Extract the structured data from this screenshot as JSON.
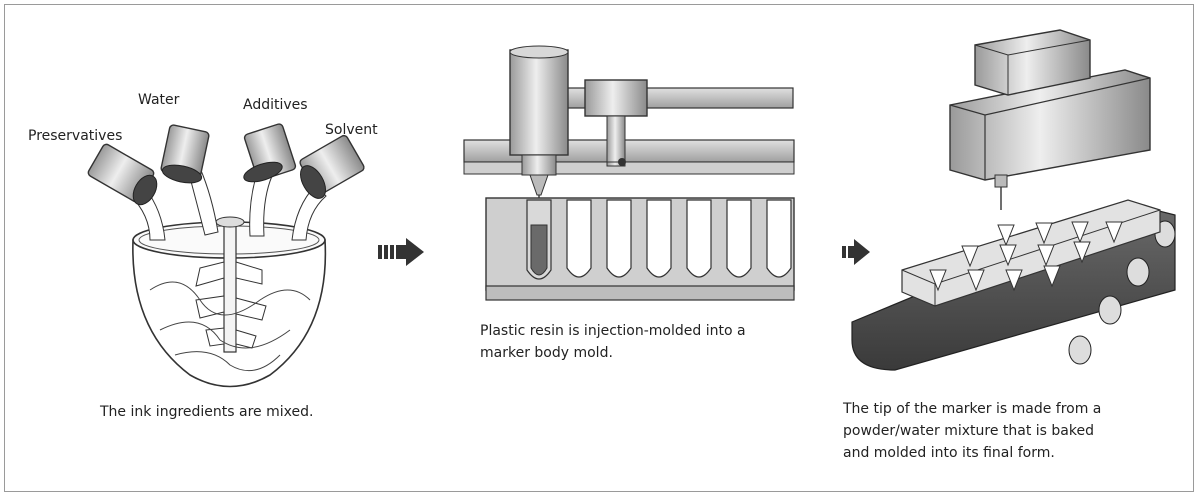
{
  "step1": {
    "labels": {
      "preservatives": "Preservatives",
      "water": "Water",
      "additives": "Additives",
      "solvent": "Solvent"
    },
    "caption": "The ink ingredients are mixed."
  },
  "step2": {
    "caption_line1": "Plastic resin is injection-molded into a",
    "caption_line2": "marker body mold."
  },
  "step3": {
    "caption_line1": "The tip of the marker is made from a",
    "caption_line2": "powder/water mixture that is baked",
    "caption_line3": "and molded into its final form."
  },
  "icons": [
    "arrow-right-icon",
    "arrow-right-icon"
  ]
}
